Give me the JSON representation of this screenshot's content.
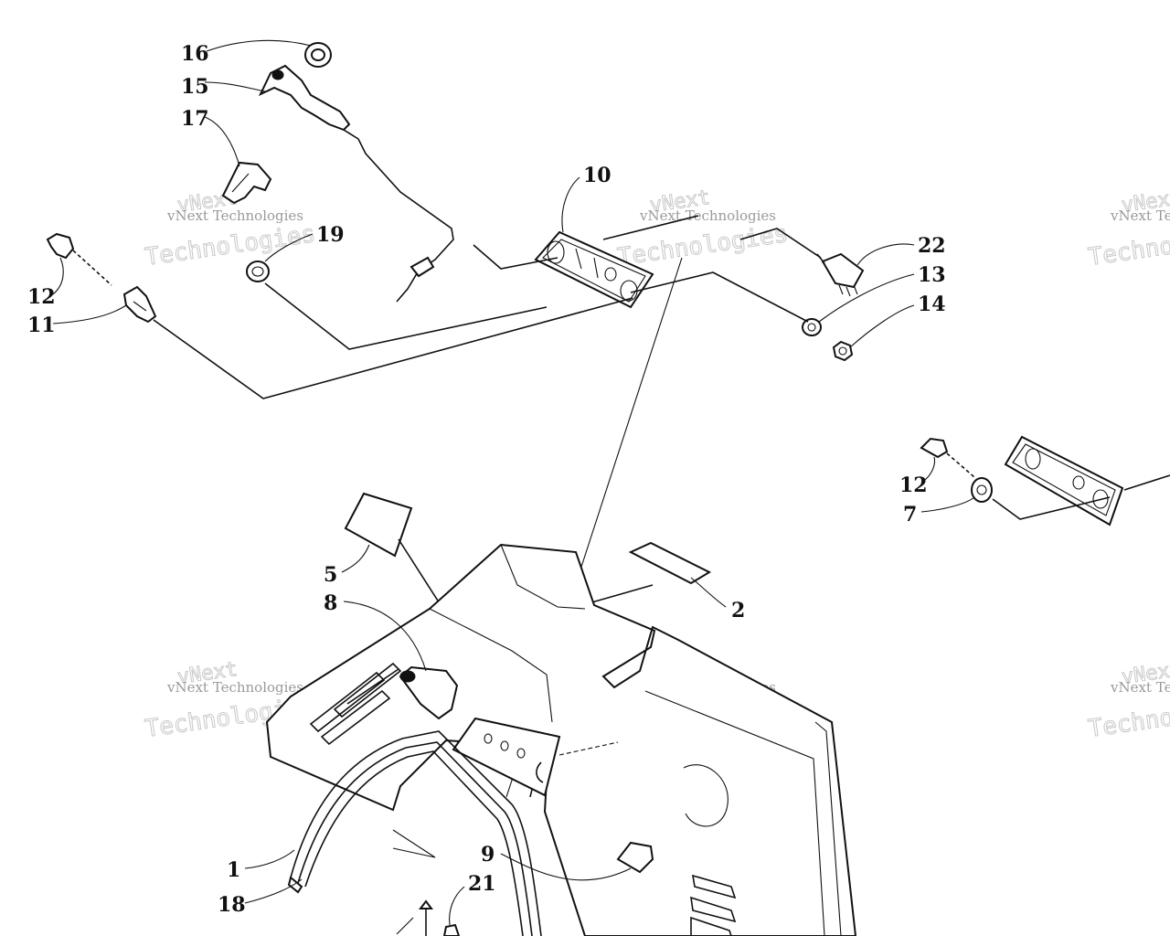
{
  "callouts": {
    "c1": "1",
    "c2": "2",
    "c5": "5",
    "c7": "7",
    "c8": "8",
    "c9": "9",
    "c10": "10",
    "c11": "11",
    "c12a": "12",
    "c12b": "12",
    "c13": "13",
    "c14": "14",
    "c15": "15",
    "c16": "16",
    "c17": "17",
    "c18": "18",
    "c19": "19",
    "c21": "21",
    "c22": "22"
  },
  "watermark": {
    "line1": "vNext Technologies",
    "big_a": "vNext",
    "big_b": "Technologies"
  }
}
